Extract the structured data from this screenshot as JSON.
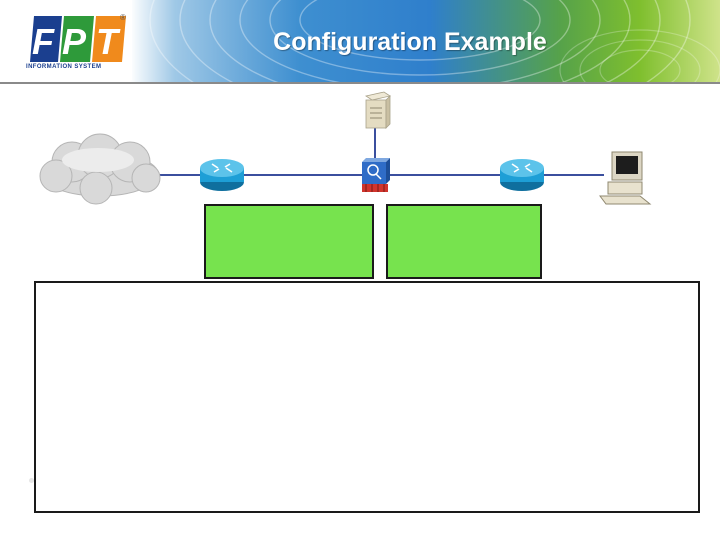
{
  "slide": {
    "title": "Configuration Example"
  },
  "logo": {
    "brand": "FPT",
    "subtitle": "INFORMATION SYSTEM",
    "registered_mark": "®",
    "colors": {
      "blue": "#1b3f8f",
      "green": "#2e9a3a",
      "orange": "#f08a1c"
    }
  },
  "diagram": {
    "nodes": [
      {
        "name": "cloud",
        "icon": "cloud-icon"
      },
      {
        "name": "router-left",
        "icon": "router-icon"
      },
      {
        "name": "firewall",
        "icon": "firewall-icon"
      },
      {
        "name": "server",
        "icon": "server-icon"
      },
      {
        "name": "router-right",
        "icon": "router-icon"
      },
      {
        "name": "workstation",
        "icon": "workstation-icon"
      }
    ],
    "link_color": "#3b4f9e",
    "router_color": "#1e9fd6"
  },
  "boxes": {
    "fill": "#77e34e",
    "left_text": "",
    "right_text": ""
  },
  "panel": {
    "text": ""
  }
}
